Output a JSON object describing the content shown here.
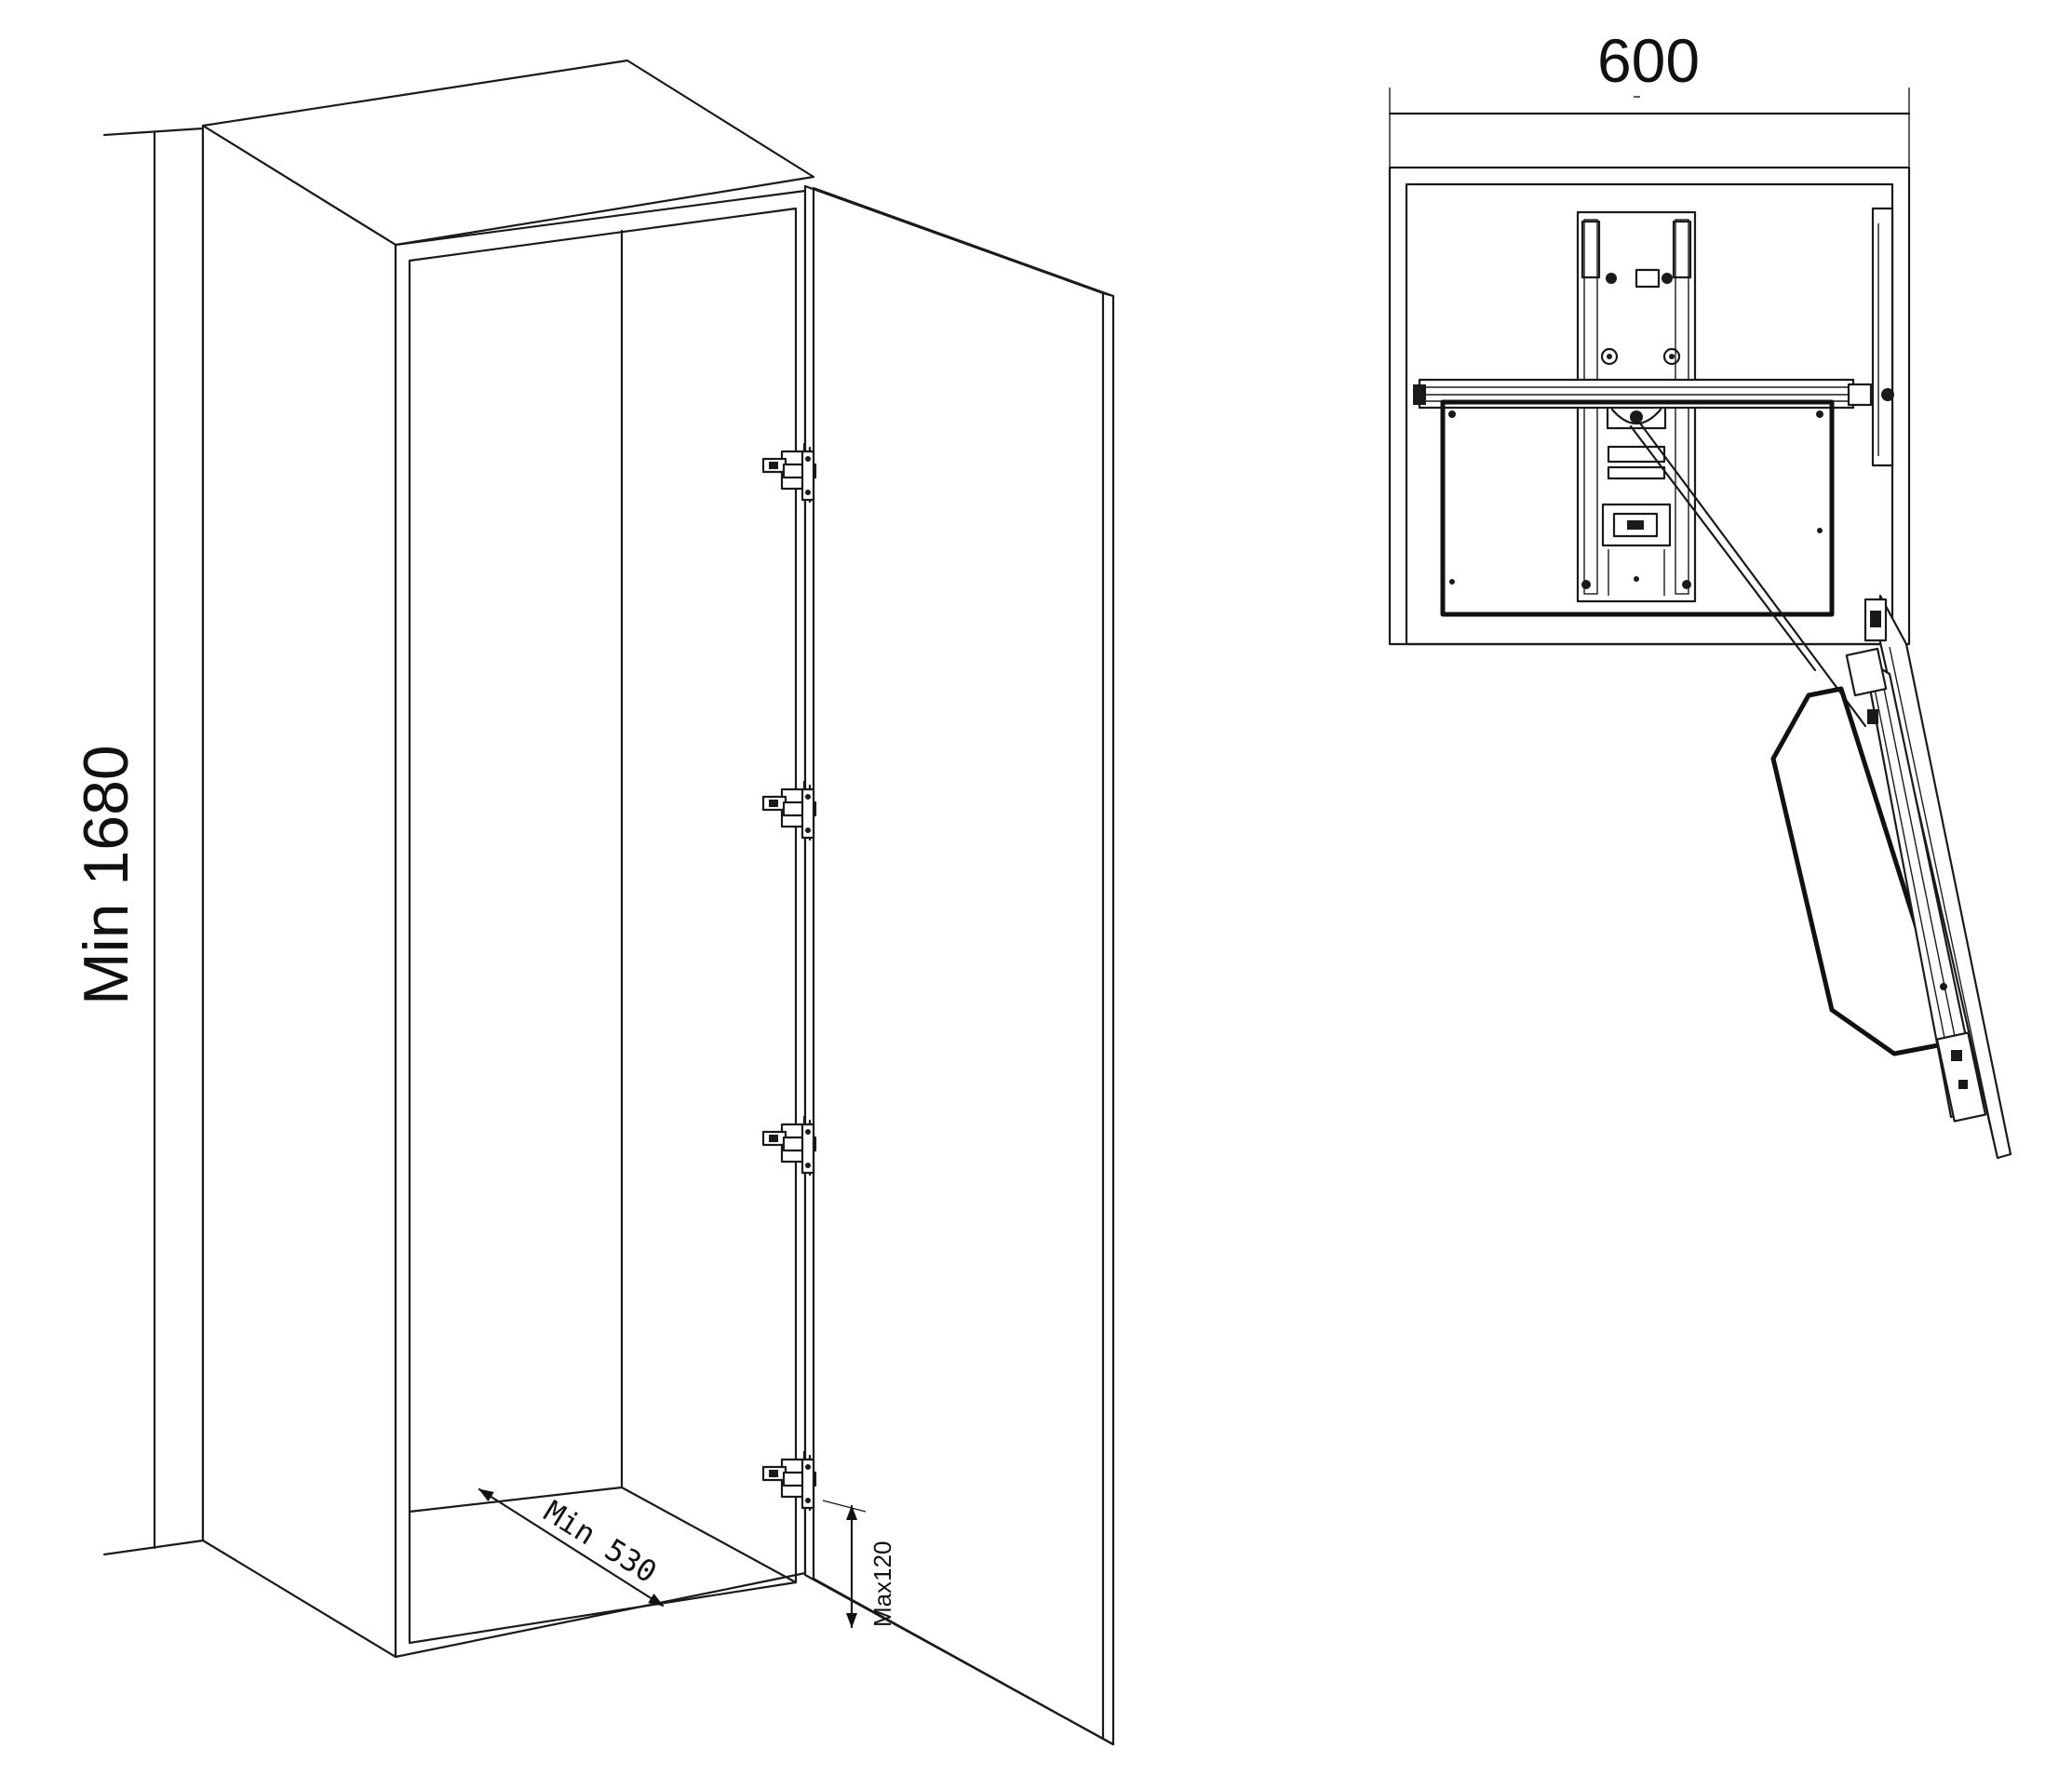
{
  "dimensions": {
    "height_label": "Min 1680",
    "depth_label": "Min 530",
    "hinge_offset_label": "Max120",
    "width_label": "600"
  },
  "colors": {
    "line": "#1a1a1a",
    "background": "#ffffff"
  }
}
